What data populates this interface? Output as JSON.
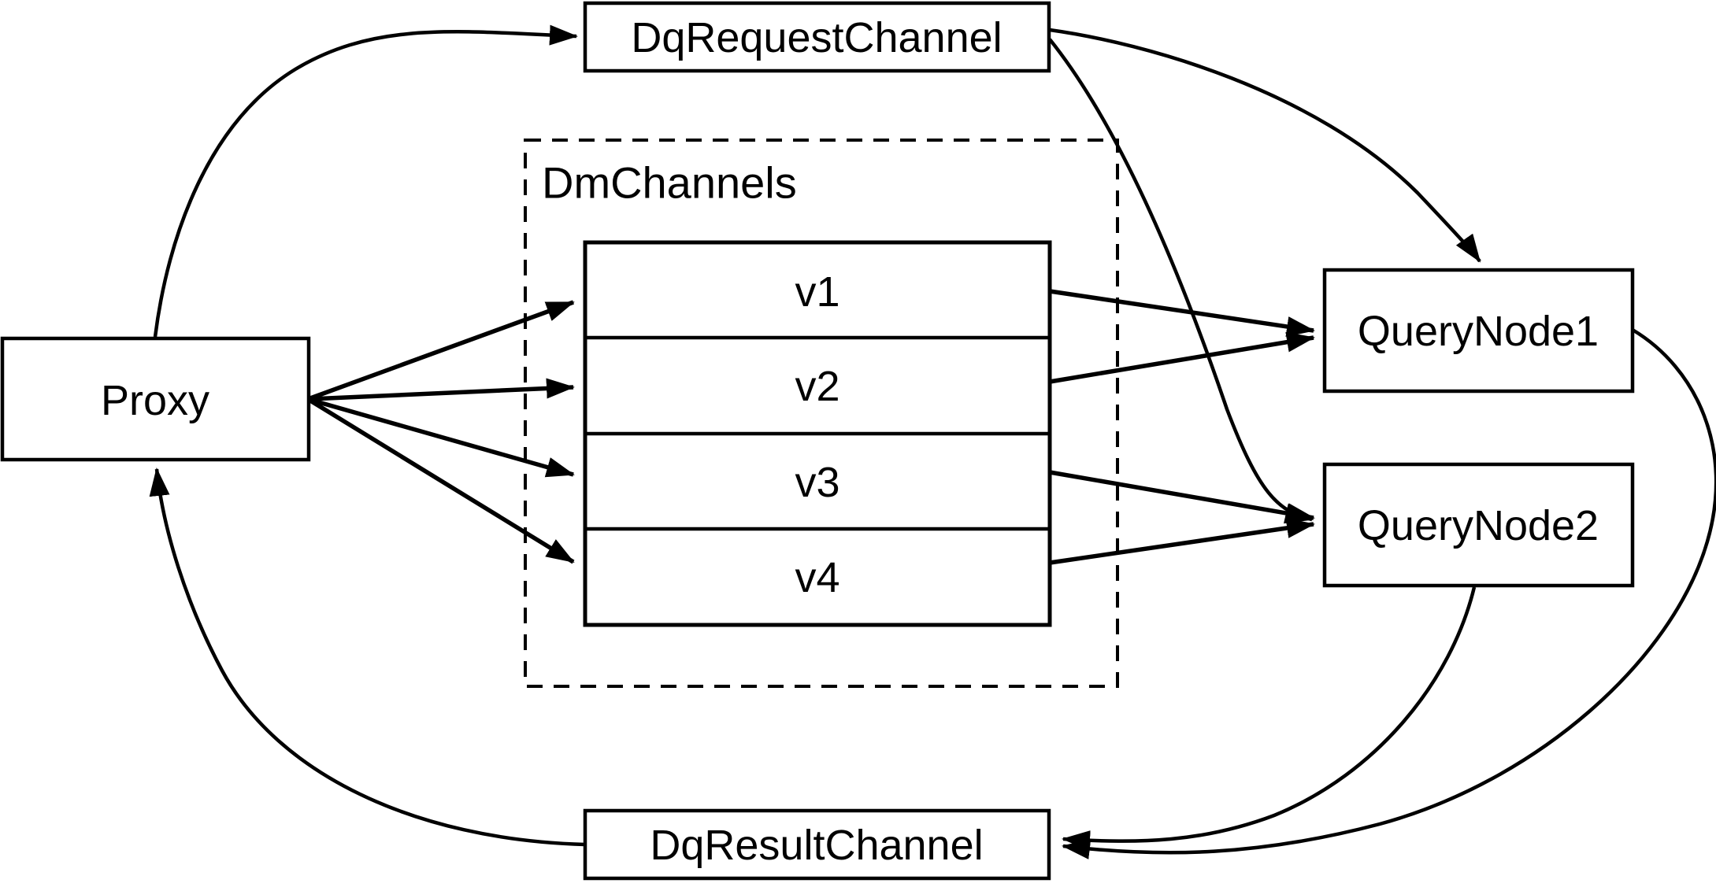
{
  "diagram": {
    "background_color": "#ffffff",
    "stroke_color": "#000000",
    "nodes": {
      "proxy": {
        "label": "Proxy",
        "shape": "rect"
      },
      "dq_request_channel": {
        "label": "DqRequestChannel",
        "shape": "rect"
      },
      "dm_channels": {
        "label": "DmChannels",
        "shape": "dashed-container"
      },
      "v1": {
        "label": "v1",
        "shape": "stack-row"
      },
      "v2": {
        "label": "v2",
        "shape": "stack-row"
      },
      "v3": {
        "label": "v3",
        "shape": "stack-row"
      },
      "v4": {
        "label": "v4",
        "shape": "stack-row"
      },
      "query_node1": {
        "label": "QueryNode1",
        "shape": "rect"
      },
      "query_node2": {
        "label": "QueryNode2",
        "shape": "rect"
      },
      "dq_result_channel": {
        "label": "DqResultChannel",
        "shape": "rect"
      }
    },
    "edges": [
      {
        "from": "proxy",
        "to": "dq_request_channel",
        "style": "curved-arrow"
      },
      {
        "from": "dq_request_channel",
        "to": "query_node1",
        "style": "curved-arrow"
      },
      {
        "from": "dq_request_channel",
        "to": "query_node2",
        "style": "curved-arrow"
      },
      {
        "from": "proxy",
        "to": "v1",
        "style": "straight-arrow"
      },
      {
        "from": "proxy",
        "to": "v2",
        "style": "straight-arrow"
      },
      {
        "from": "proxy",
        "to": "v3",
        "style": "straight-arrow"
      },
      {
        "from": "proxy",
        "to": "v4",
        "style": "straight-arrow"
      },
      {
        "from": "v1",
        "to": "query_node1",
        "style": "straight-arrow"
      },
      {
        "from": "v2",
        "to": "query_node1",
        "style": "straight-arrow"
      },
      {
        "from": "v3",
        "to": "query_node2",
        "style": "straight-arrow"
      },
      {
        "from": "v4",
        "to": "query_node2",
        "style": "straight-arrow"
      },
      {
        "from": "query_node1",
        "to": "dq_result_channel",
        "style": "curved-arrow"
      },
      {
        "from": "query_node2",
        "to": "dq_result_channel",
        "style": "curved-arrow"
      },
      {
        "from": "dq_result_channel",
        "to": "proxy",
        "style": "curved-arrow"
      }
    ]
  }
}
